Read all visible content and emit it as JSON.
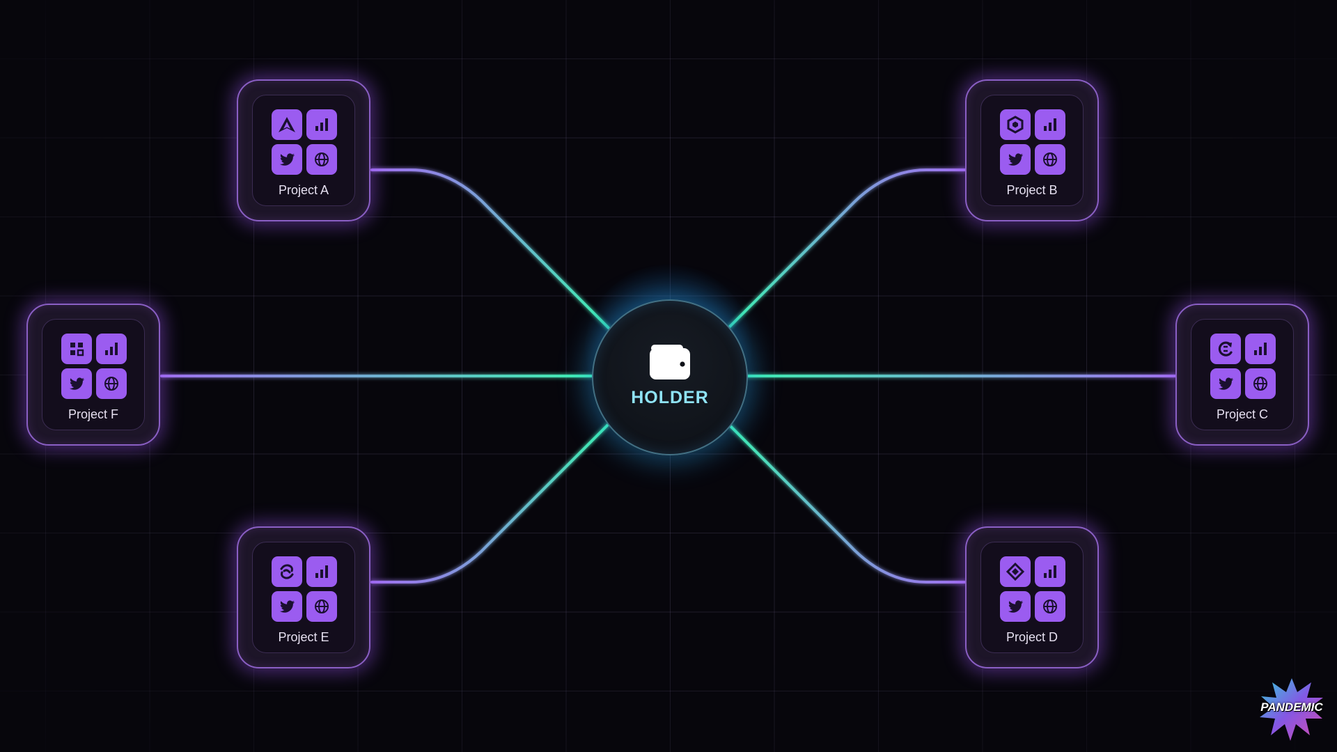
{
  "hub": {
    "label": "HOLDER",
    "icon": "wallet-icon"
  },
  "projects": [
    {
      "id": "a",
      "label": "Project A",
      "brand_icon": "arrow-triangle-icon"
    },
    {
      "id": "b",
      "label": "Project B",
      "brand_icon": "hexagon-icon"
    },
    {
      "id": "c",
      "label": "Project C",
      "brand_icon": "refresh-icon"
    },
    {
      "id": "d",
      "label": "Project D",
      "brand_icon": "diamond-icon"
    },
    {
      "id": "e",
      "label": "Project E",
      "brand_icon": "swirl-icon"
    },
    {
      "id": "f",
      "label": "Project F",
      "brand_icon": "puzzle-icon"
    }
  ],
  "common_icons": [
    "bar-chart-icon",
    "twitter-icon",
    "globe-icon"
  ],
  "badge": {
    "label": "PANDEMIC"
  },
  "colors": {
    "background": "#07060c",
    "node_accent": "#9b5cf0",
    "link_near_hub": "#3df0b0",
    "link_near_node": "#a070f0",
    "hub_label": "#8fe3f5",
    "hub_glow": "#2aa0e6"
  }
}
